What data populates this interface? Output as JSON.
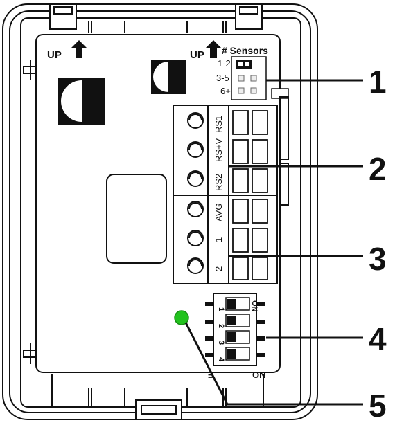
{
  "up_labels": [
    "UP",
    "UP"
  ],
  "sensors": {
    "title": "# Sensors",
    "rows": [
      "1-2",
      "3-5",
      "6+"
    ],
    "selected_row": 0
  },
  "terminals": [
    "RS1",
    "RS+V",
    "RS2",
    "AVG",
    "1",
    "2"
  ],
  "dip_switch": {
    "on_label": "ON",
    "on_label_top": "ON",
    "switches": [
      "1",
      "2",
      "3",
      "4"
    ],
    "bottom_mark": "="
  },
  "led": {
    "color": "#22c21e"
  },
  "callouts": [
    "1",
    "2",
    "3",
    "4",
    "5"
  ],
  "colors": {
    "line": "#111111",
    "led": "#22c21e",
    "casing": "#ffffff"
  }
}
